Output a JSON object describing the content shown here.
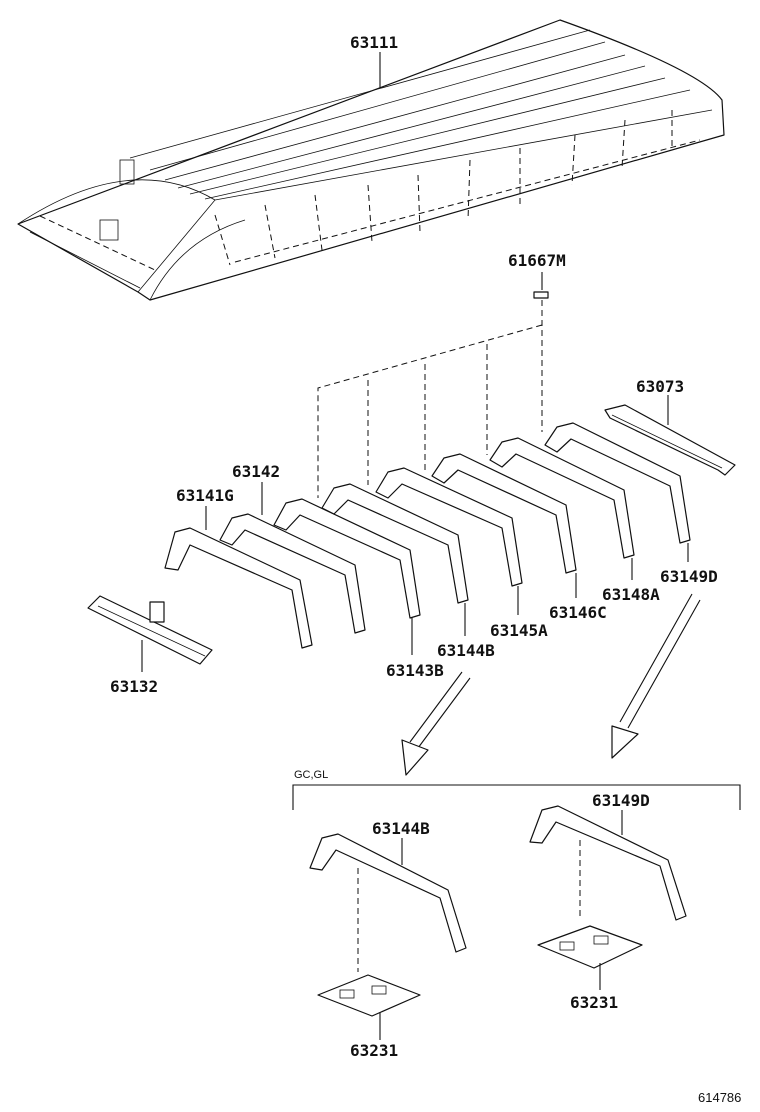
{
  "labels": {
    "roof_panel": "63111",
    "clip": "61667M",
    "rear_header": "63073",
    "bow_g": "63142",
    "bow_141g": "63141G",
    "front_header": "63132",
    "bow_143b": "63143B",
    "bow_144b": "63144B",
    "bow_145a": "63145A",
    "bow_146c": "63146C",
    "bow_148a": "63148A",
    "bow_149d": "63149D",
    "group_title": "GC,GL",
    "detail_144b": "63144B",
    "detail_149d": "63149D",
    "bracket_left": "63231",
    "bracket_right": "63231",
    "diagram_id": "614786"
  }
}
